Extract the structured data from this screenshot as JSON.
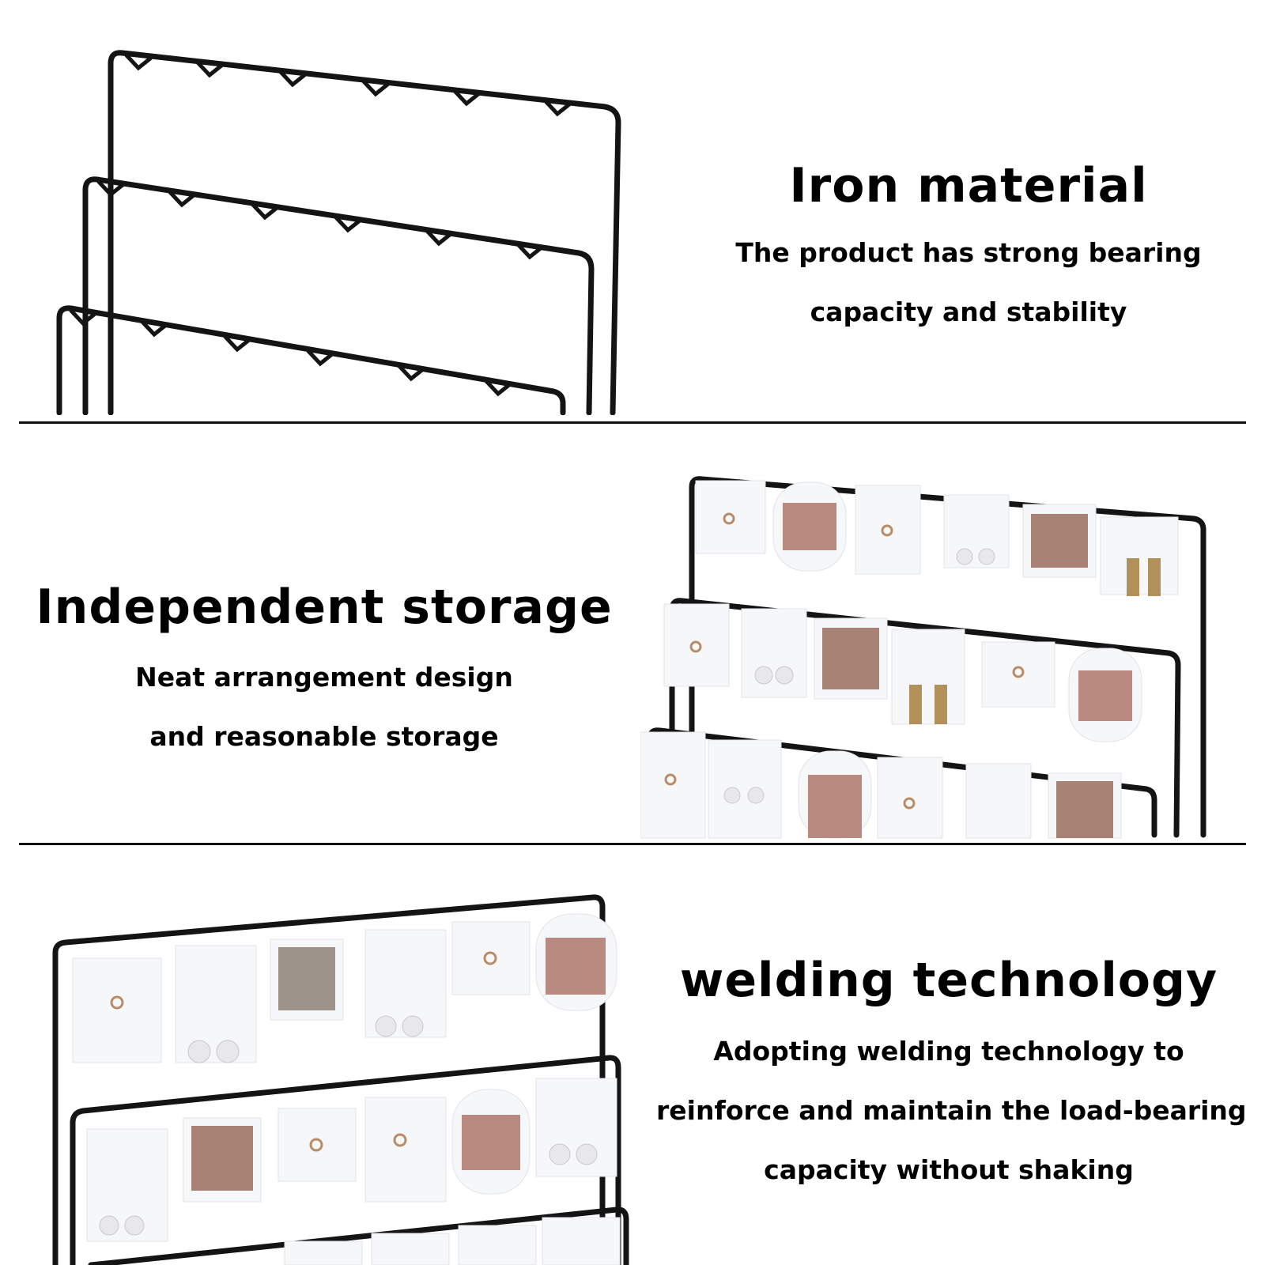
{
  "sections": [
    {
      "title": "Iron material",
      "lines": [
        "The product has strong bearing",
        "capacity and stability"
      ]
    },
    {
      "title": "Independent storage",
      "lines": [
        "Neat arrangement design",
        "and reasonable storage"
      ]
    },
    {
      "title": "welding technology",
      "lines": [
        "Adopting welding technology to",
        "reinforce and maintain the load-bearing",
        "capacity without shaking"
      ]
    }
  ],
  "colors": {
    "background": "#ffffff",
    "text": "#000000",
    "rack": "#141414",
    "card": "#f6f7f9"
  }
}
